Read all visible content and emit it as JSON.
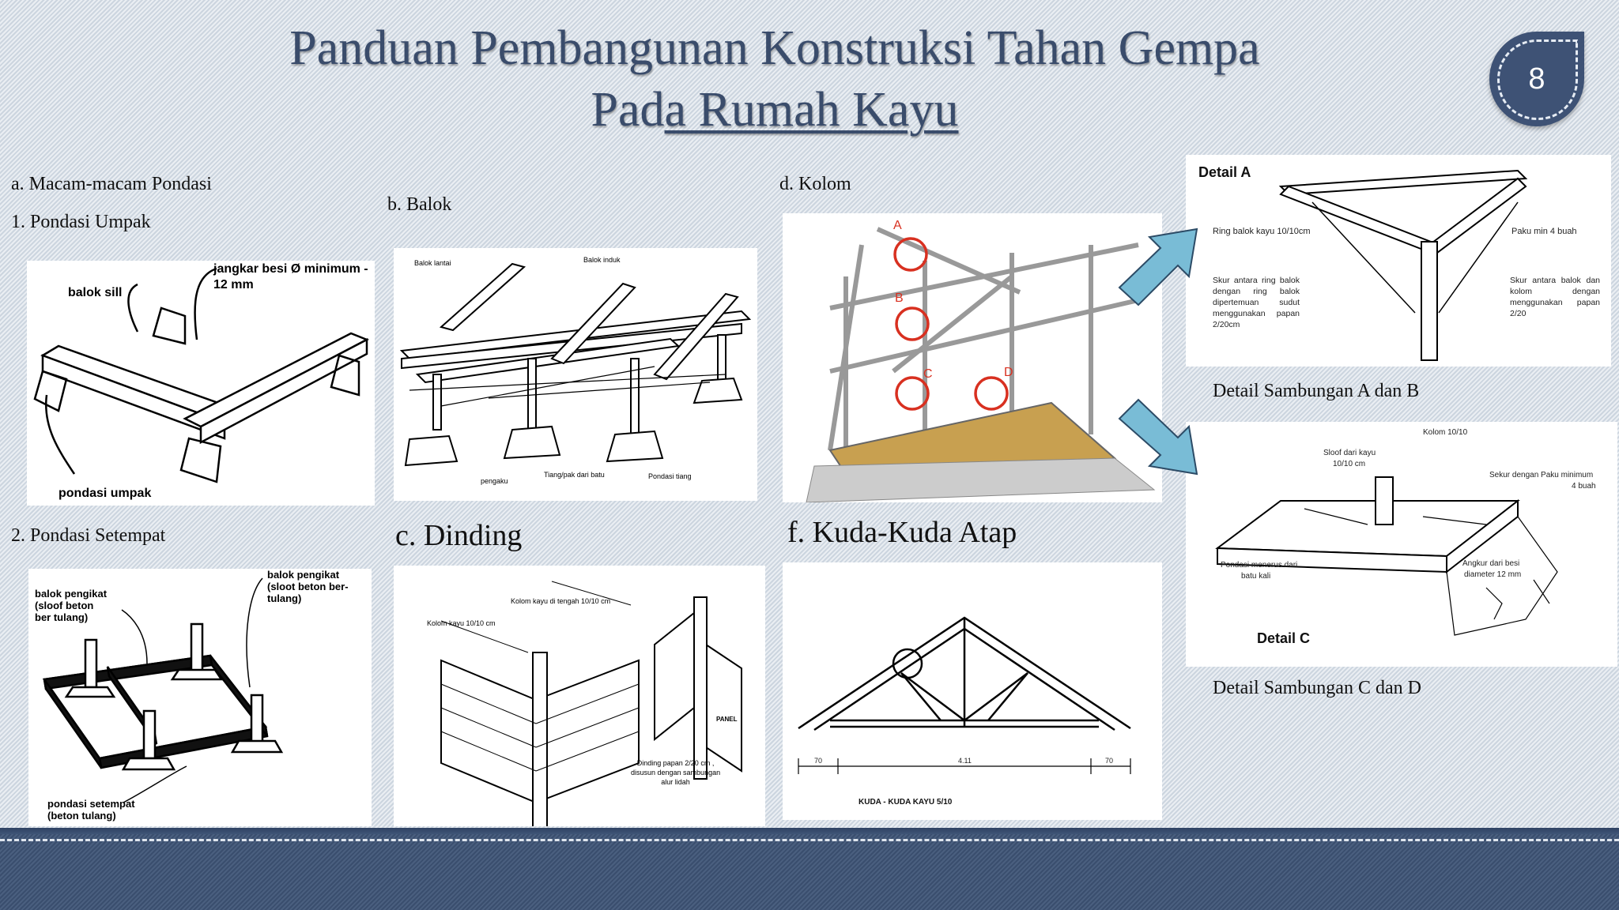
{
  "title": {
    "line1": "Panduan Pembangunan Konstruksi Tahan Gempa",
    "line2_plain": "Pad",
    "line2_underlined": "a Rumah Kayu"
  },
  "page_number": "8",
  "sections": {
    "pondasi_heading": "a. Macam-macam Pondasi",
    "pondasi_1": "1. Pondasi Umpak",
    "pondasi_2": "2. Pondasi Setempat",
    "balok": "b. Balok",
    "dinding": "c. Dinding",
    "kolom": "d. Kolom",
    "kuda_kuda": "f. Kuda-Kuda Atap",
    "detail_ab_caption": "Detail Sambungan A dan B",
    "detail_cd_caption": "Detail Sambungan C dan D"
  },
  "drawing_labels": {
    "umpak": {
      "balok_sill": "balok sill",
      "jangkar": "jangkar besi Ø minimum -",
      "jangkar2": "12 mm",
      "pondasi_umpak": "pondasi umpak"
    },
    "setempat": {
      "balok_pengikat_l1": "balok pengikat",
      "balok_pengikat_l2": "(sloof beton",
      "balok_pengikat_l3": "ber tulang)",
      "balok_pengikat_r1": "balok pengikat",
      "balok_pengikat_r2": "(sloot beton ber-",
      "balok_pengikat_r3": "tulang)",
      "pondasi_setempat_1": "pondasi setempat",
      "pondasi_setempat_2": "(beton tulang)"
    },
    "balok": {
      "balok_lantai": "Balok lantai",
      "balok_induk": "Balok induk",
      "pengaku": "pengaku",
      "tiang": "Tiang/pak dari batu",
      "pondasi": "Pondasi tiang"
    },
    "dinding": {
      "kolom_tengah": "Kolom kayu di tengah 10/10 cm",
      "kolom": "Kolom kayu 10/10 cm",
      "panel": "PANEL",
      "dinding1": "Dinding papan 2/20 cm ,",
      "dinding2": "disusun dengan sambungan",
      "dinding3": "alur lidah"
    },
    "kolom": {
      "a": "A",
      "b": "B",
      "c": "C",
      "d": "D"
    },
    "kuda": {
      "caption": "KUDA - KUDA KAYU 5/10",
      "dim_left": "70",
      "dim_mid": "4.11",
      "dim_right": "70"
    },
    "detail_a": {
      "title": "Detail A",
      "ring": "Ring balok kayu 10/10cm",
      "paku": "Paku min 4 buah",
      "skur_left": "Skur antara ring balok dengan ring balok dipertemuan sudut menggunakan papan 2/20cm",
      "skur_right": "Skur antara balok dan kolom dengan menggunakan papan 2/20"
    },
    "detail_c": {
      "title": "Detail C",
      "kolom": "Kolom 10/10",
      "sloof1": "Sloof dari kayu",
      "sloof2": "10/10 cm",
      "sekur1": "Sekur dengan Paku minimum",
      "sekur2": "4 buah",
      "pondasi1": "Pondasi menerus dari",
      "pondasi2": "batu kali",
      "angkur1": "Angkur dari besi",
      "angkur2": "diameter 12 mm"
    }
  },
  "colors": {
    "title": "#3a4c6b",
    "badge": "#3e5275",
    "footer": "#3f5577",
    "arrow": "#79bcd6",
    "circle_marker": "#d83020"
  }
}
